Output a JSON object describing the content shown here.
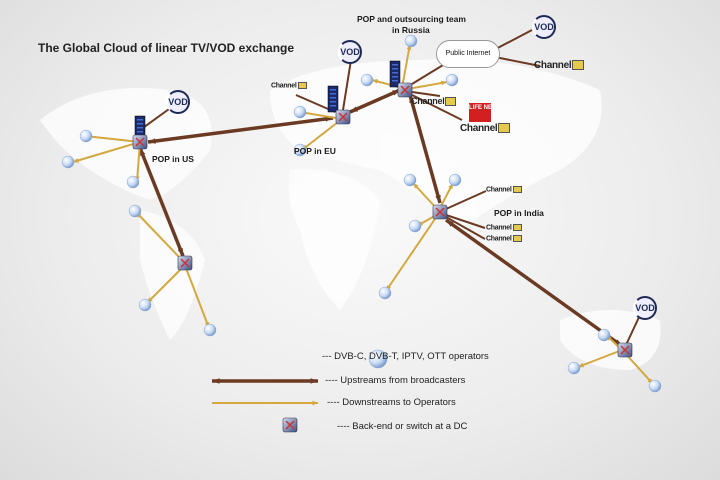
{
  "title": "The Global Cloud of linear TV/VOD exchange",
  "labels": {
    "pop_russia_line1": "POP and outsourcing team",
    "pop_russia_line2": "in Russia",
    "pop_us": "POP in US",
    "pop_eu": "POP in EU",
    "pop_india": "POP in India",
    "public_internet": "Public Internet",
    "vod": "VOD",
    "channel": "Channel",
    "life_news": "LIFE NEWS"
  },
  "legend": {
    "operators": "---  DVB-C, DVB-T, IPTV, OTT operators",
    "upstreams": "----   Upstreams from broadcasters",
    "downstreams": "----   Downstreams to Operators",
    "backend": "---- Back-end or switch at a DC"
  },
  "colors": {
    "upstream": "#6b3a22",
    "downstream": "#d4a840",
    "bubble": "#b8cfee",
    "server": "#1a2a6a"
  }
}
